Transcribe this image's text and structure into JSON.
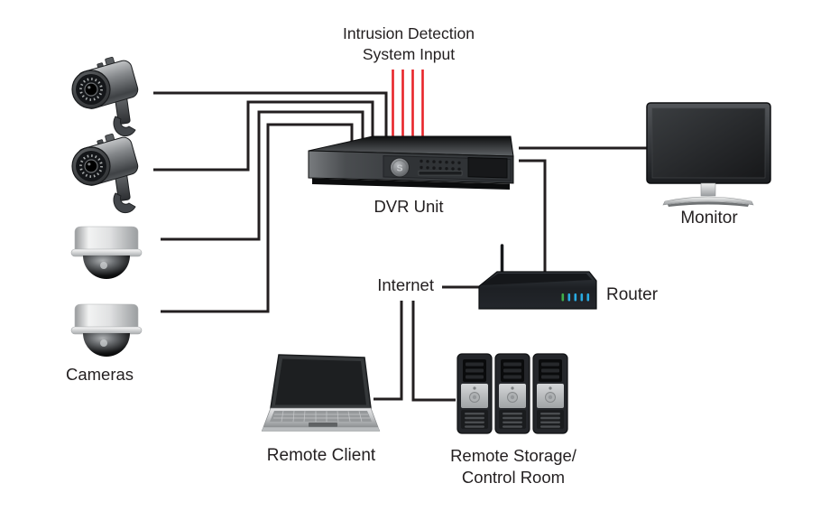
{
  "title": {
    "line1": "Intrusion Detection",
    "line2": "System Input"
  },
  "labels": {
    "cameras": "Cameras",
    "dvr_unit": "DVR Unit",
    "monitor": "Monitor",
    "internet": "Internet",
    "router": "Router",
    "remote_client": "Remote Client",
    "remote_storage_line1": "Remote Storage/",
    "remote_storage_line2": "Control Room"
  },
  "dvr": {
    "knob_glyph": "S"
  },
  "colors": {
    "background": "#ffffff",
    "connector_line": "#231f20",
    "intrusion_line": "#e8252a",
    "router_led_green": "#3fae49",
    "router_led_blue": "#29abe2",
    "text": "#231f20"
  },
  "intrusion_input_line_count": 4,
  "connections": [
    "bullet-camera-1 -> dvr-unit",
    "bullet-camera-2 -> dvr-unit",
    "dome-camera-1 -> dvr-unit",
    "dome-camera-2 -> dvr-unit",
    "intrusion-detection-system-input -> dvr-unit",
    "dvr-unit -> monitor",
    "dvr-unit -> router",
    "internet -> router",
    "internet -> remote-client",
    "internet -> remote-storage"
  ]
}
